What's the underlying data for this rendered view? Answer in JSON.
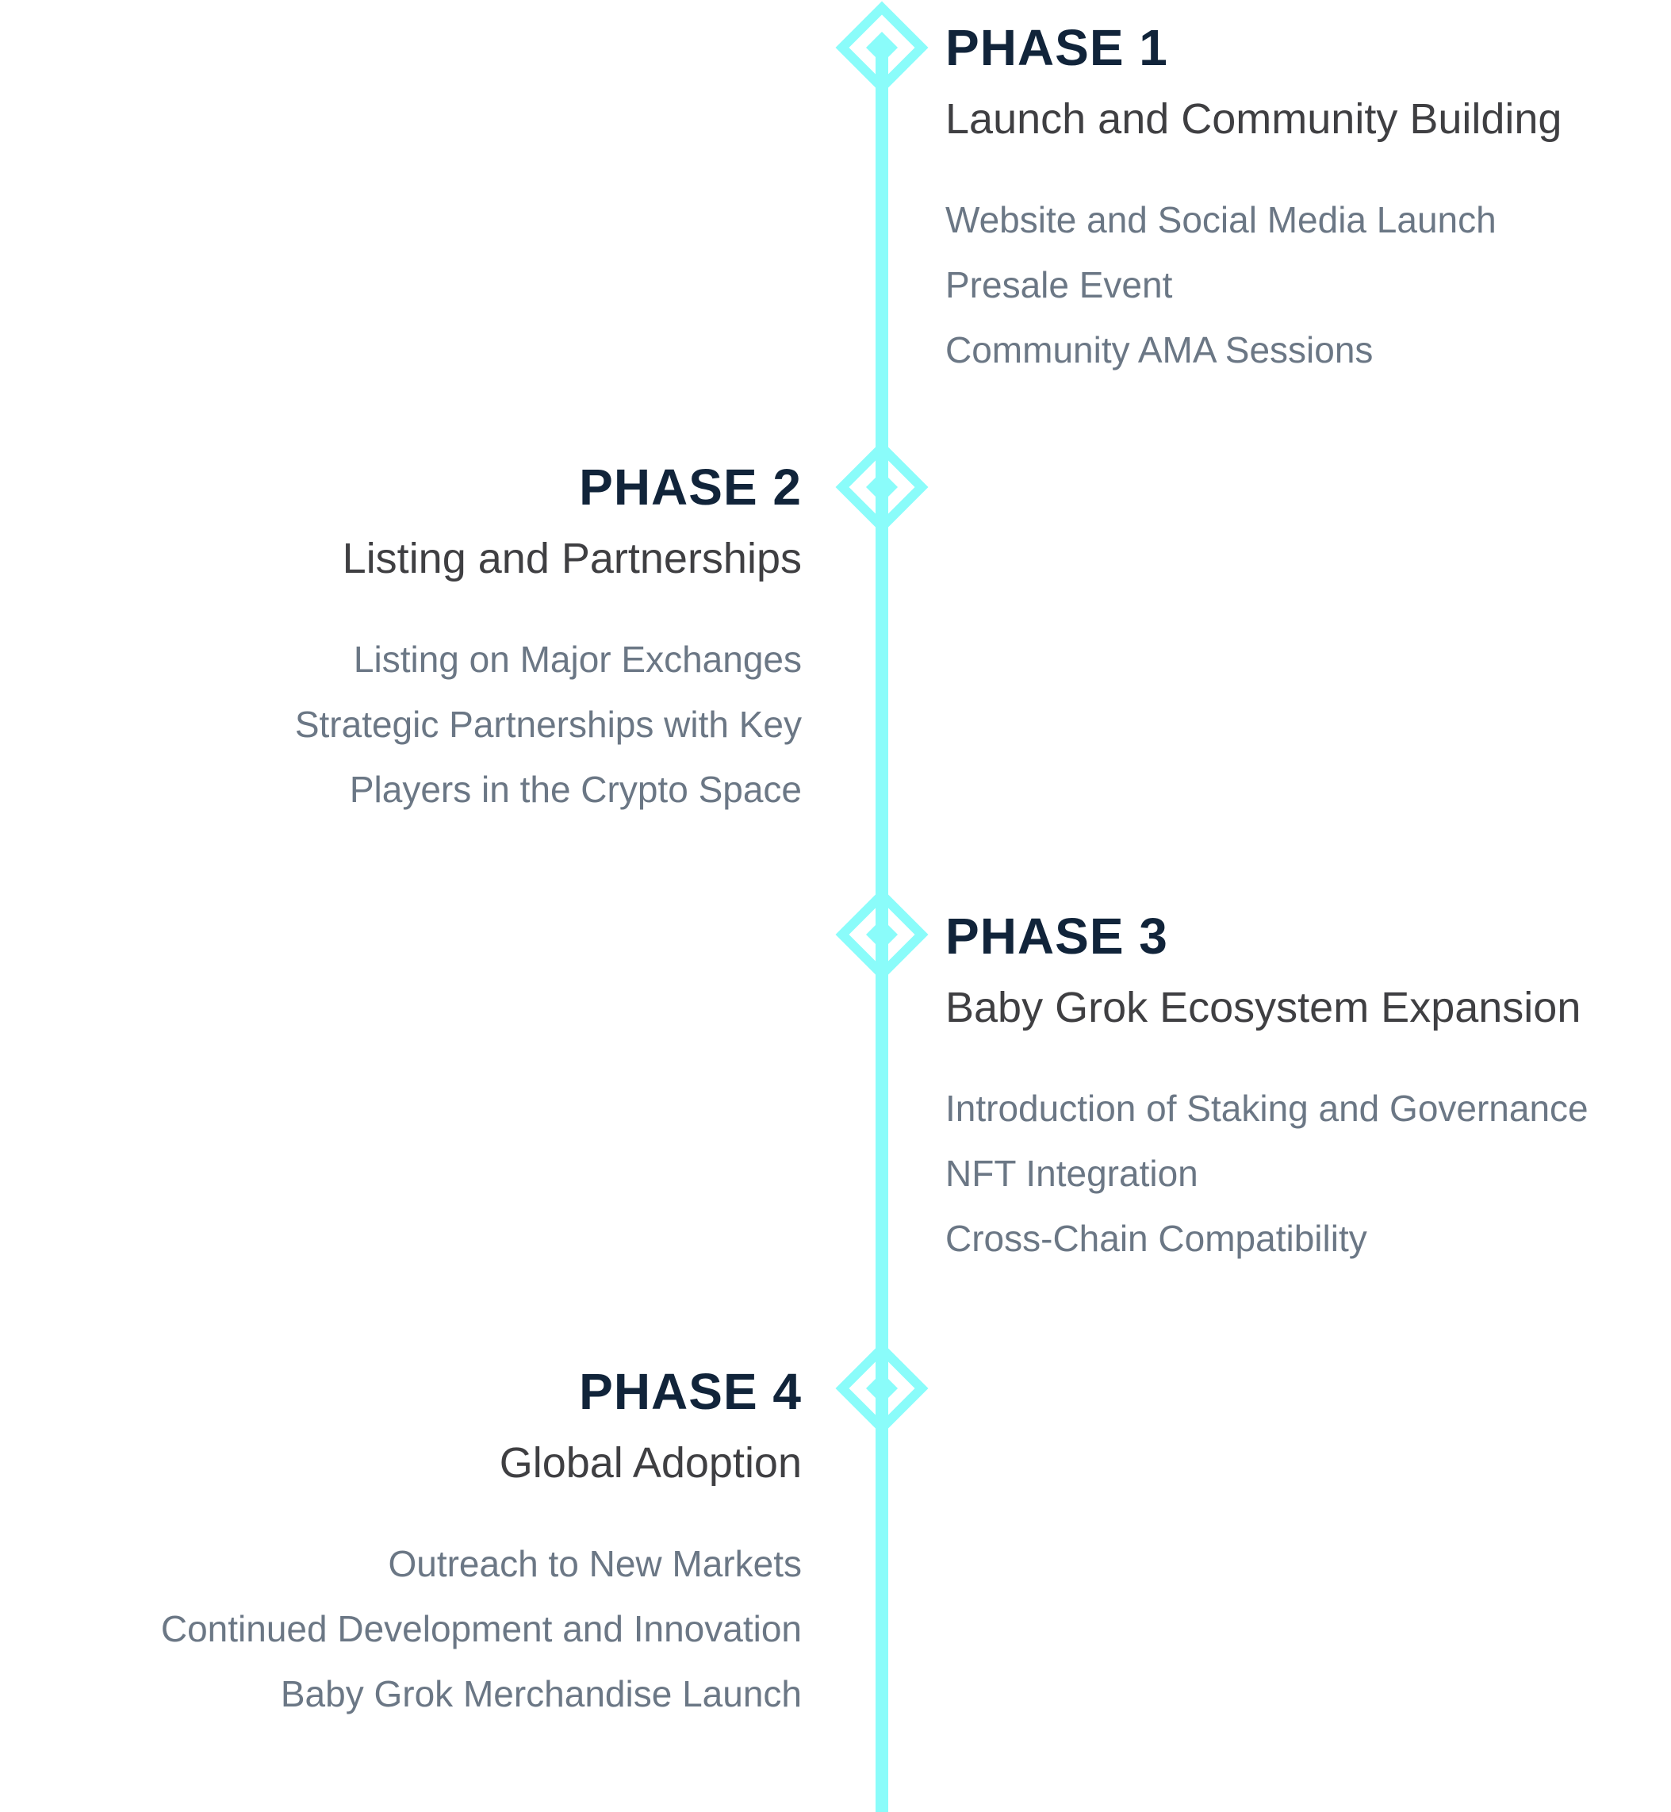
{
  "accent_color": "#8afcfa",
  "phases": [
    {
      "title": "PHASE 1",
      "subtitle": "Launch and Community Building",
      "items": [
        "Website and Social Media Launch",
        "Presale Event",
        "Community AMA Sessions"
      ]
    },
    {
      "title": "PHASE 2",
      "subtitle": "Listing and Partnerships",
      "items": [
        "Listing on Major Exchanges",
        "Strategic Partnerships with Key",
        "Players in the Crypto Space"
      ]
    },
    {
      "title": "PHASE 3",
      "subtitle": "Baby Grok Ecosystem Expansion",
      "items": [
        "Introduction of Staking and Governance",
        "NFT Integration",
        "Cross-Chain Compatibility"
      ]
    },
    {
      "title": "PHASE 4",
      "subtitle": "Global Adoption",
      "items": [
        "Outreach to New Markets",
        "Continued Development and Innovation",
        "Baby Grok Merchandise Launch"
      ]
    }
  ]
}
